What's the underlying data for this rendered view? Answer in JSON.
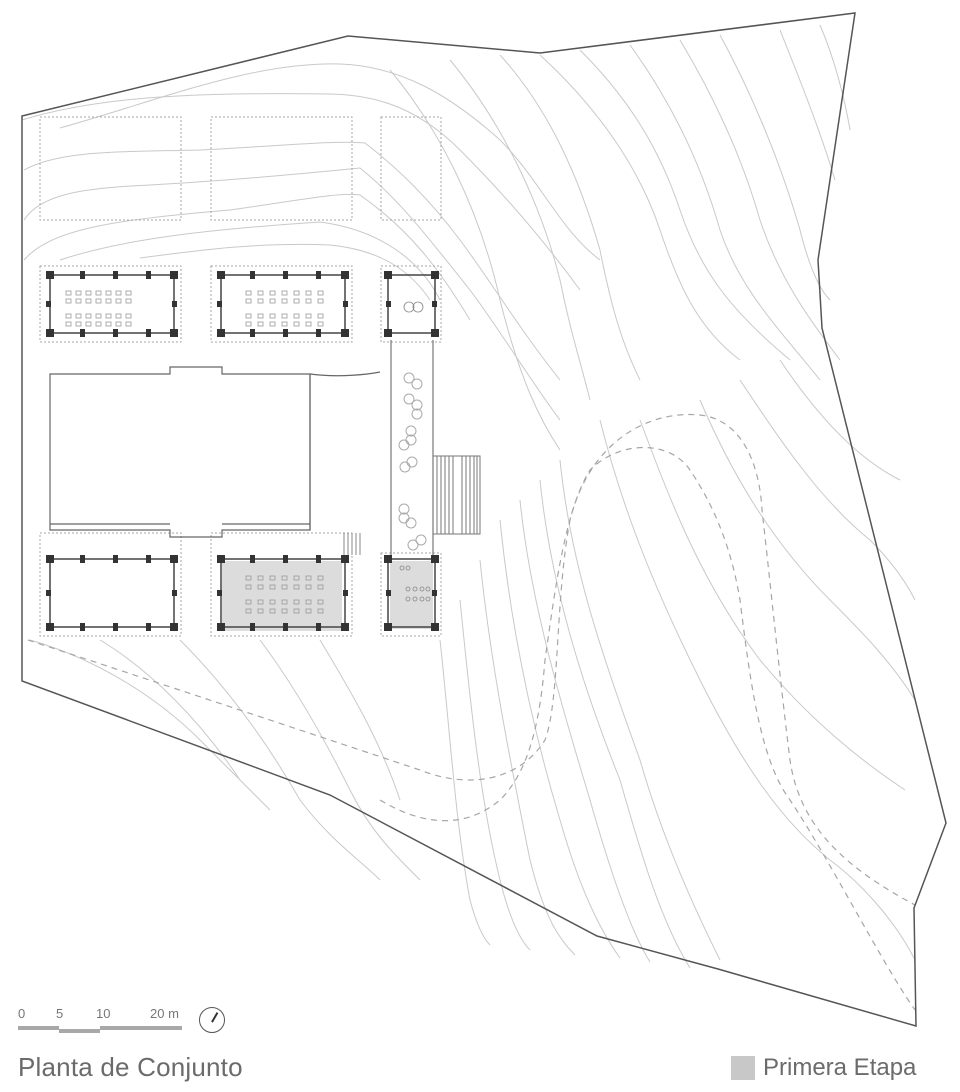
{
  "drawing": {
    "title": "Planta de Conjunto",
    "legend": {
      "items": [
        {
          "label": "Primera Etapa",
          "color": "#c8c8c8"
        }
      ]
    },
    "scale_bar": {
      "ticks": [
        "0",
        "5",
        "10",
        "20 m"
      ],
      "unit": "m"
    },
    "north_arrow": {
      "icon": "north-arrow-icon"
    },
    "colors": {
      "boundary": "#555555",
      "contour": "#c4c4c4",
      "structure": "#444444",
      "dashed": "#a0a0a0",
      "first_stage_fill": "#dcdcdc"
    },
    "elements": {
      "classrooms": [
        "classroom-top-left",
        "classroom-top-middle",
        "classroom-bottom-left",
        "classroom-bottom-middle-first-stage"
      ],
      "service_blocks": [
        "service-top",
        "restroom-bottom"
      ],
      "other": [
        "central-courtyard",
        "corridor",
        "stairs-east",
        "future-expansion-zones",
        "access-path"
      ]
    }
  }
}
